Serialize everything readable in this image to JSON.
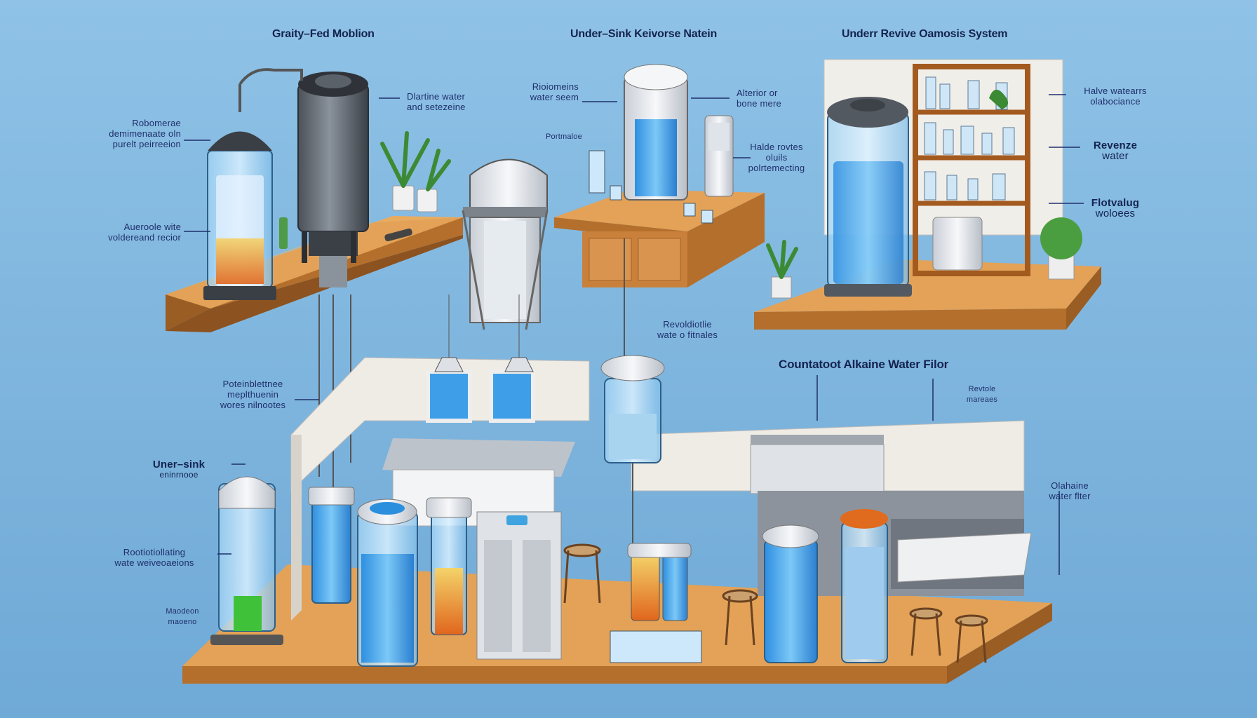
{
  "titles": {
    "gravity": "Graity–Fed Moblion",
    "under_sink_ro": "Under–Sink Keivorse Natein",
    "under_ro_system": "Underr Revive Oamosis System",
    "countertop_alkaline": "Countatoot Alkaine Water Filor"
  },
  "labels": {
    "l1": [
      "Robomerae",
      "demimenaate oln",
      "purelt peirreeion"
    ],
    "l2": [
      "Dlartine water",
      "and setezeine"
    ],
    "l3": [
      "Aueroole wite",
      "voldereand recior"
    ],
    "l4": [
      "Rioiomeins",
      "water seem"
    ],
    "l5": [
      "Alterior or",
      "bone mere"
    ],
    "l6": "Portmaloe",
    "l7": [
      "Halde rovtes",
      "oluils",
      "polrtemecting"
    ],
    "l8": [
      "Halve watearrs",
      "olabociance"
    ],
    "l9": [
      "Revenze",
      "water"
    ],
    "l10": [
      "Flotvalug",
      "woloees"
    ],
    "l11": [
      "Revoldiotlie",
      "wate o fitnales"
    ],
    "l12": [
      "Poteinblettnee",
      "meplthuenin",
      "wores nilnootes"
    ],
    "l13": [
      "Uner–sink",
      "eninrnooe"
    ],
    "l14": [
      "Rootiotiollating",
      "wate weiveoaeions"
    ],
    "l15": [
      "Maodeon",
      "maoeno"
    ],
    "l16": [
      "Revtole",
      "mareaes"
    ],
    "l17": [
      "Olahaine",
      "water flter"
    ]
  },
  "colors": {
    "background": "#7fb7de",
    "wood": "#e3a257",
    "wood_dark": "#b46f2c",
    "water": "#4aa7e6",
    "text": "#1f2f6b"
  }
}
